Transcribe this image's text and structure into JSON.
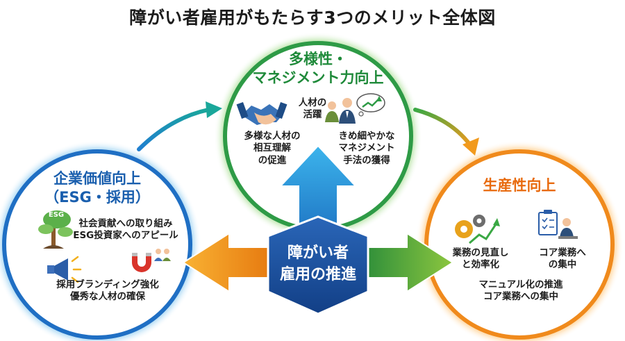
{
  "title": "障がい者雇用がもたらす3つのメリット全体図",
  "center": {
    "line1": "障がい者",
    "line2": "雇用の推進"
  },
  "top": {
    "heading_line1": "多様性・",
    "heading_line2": "マネジメント力向上",
    "item_talent_line1": "人材の",
    "item_talent_line2": "活躍",
    "item_diversity": [
      "多様な人材の",
      "相互理解",
      "の促進"
    ],
    "item_management": [
      "きめ細やかな",
      "マネジメント",
      "手法の獲得"
    ]
  },
  "left": {
    "heading_line1": "企業価値向上",
    "heading_line2": "（ESG・採用）",
    "esg_label": "ESG",
    "item_social": [
      "社会貢献への取り組み",
      "ESG投資家へのアピール"
    ],
    "item_recruit": [
      "採用ブランディング強化",
      "優秀な人材の確保"
    ]
  },
  "right": {
    "heading": "生産性向上",
    "item_efficiency": [
      "業務の見直し",
      "と効率化"
    ],
    "item_core": [
      "コア業務へ",
      "の集中"
    ],
    "item_manual": [
      "マニュアル化の推進",
      "コア業務への集中"
    ]
  },
  "colors": {
    "green": "#2e9b46",
    "blue": "#1f6fc4",
    "orange": "#f08a1c",
    "center_fill": "#1b4f9c",
    "teal": "#1aa3a3"
  }
}
